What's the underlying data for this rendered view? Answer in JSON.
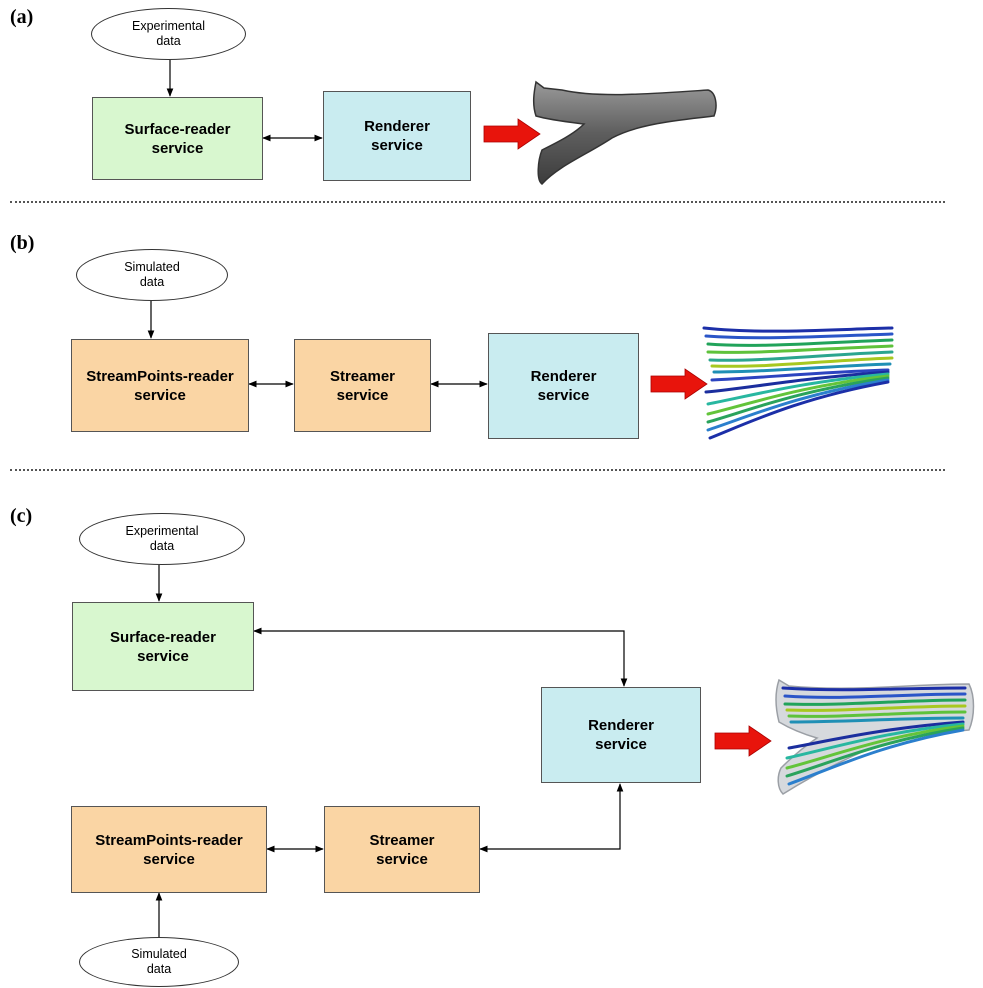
{
  "panels": [
    {
      "label": "(a)"
    },
    {
      "label": "(b)"
    },
    {
      "label": "(c)"
    }
  ],
  "nodes": {
    "a_input": "Experimental\ndata",
    "a_surface": "Surface-reader\nservice",
    "a_renderer": "Renderer\nservice",
    "b_input": "Simulated\ndata",
    "b_streampoints": "StreamPoints-reader\nservice",
    "b_streamer": "Streamer\nservice",
    "b_renderer": "Renderer\nservice",
    "c_input_exp": "Experimental\ndata",
    "c_surface": "Surface-reader\nservice",
    "c_renderer": "Renderer\nservice",
    "c_streampoints": "StreamPoints-reader\nservice",
    "c_streamer": "Streamer\nservice",
    "c_input_sim": "Simulated\ndata"
  },
  "colors": {
    "surface_box": "#d8f7cf",
    "renderer_box": "#c9ecf0",
    "streamer_box": "#fad5a4",
    "output_arrow": "#e8140c"
  },
  "icons": [
    "vessel-surface-render",
    "streamlines-render",
    "combined-render"
  ]
}
